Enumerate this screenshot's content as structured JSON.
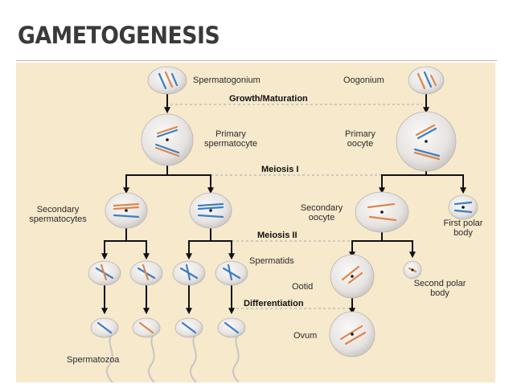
{
  "slide": {
    "title": "GAMETOGENESIS"
  },
  "diagram": {
    "stages": [
      "Growth/Maturation",
      "Meiosis I",
      "Meiosis II",
      "Differentiation"
    ],
    "male_labels": {
      "spermatogonium": "Spermatogonium",
      "primary_line1": "Primary",
      "primary_line2": "spermatocyte",
      "secondary_line1": "Secondary",
      "secondary_line2": "spermatocytes",
      "spermatids": "Spermatids",
      "spermatozoa": "Spermatozoa"
    },
    "female_labels": {
      "oogonium": "Oogonium",
      "primary_line1": "Primary",
      "primary_line2": "oocyte",
      "secondary_line1": "Secondary",
      "secondary_line2": "oocyte",
      "first_polar_line1": "First polar",
      "first_polar_line2": "body",
      "ootid": "Ootid",
      "second_polar_line1": "Second polar",
      "second_polar_line2": "body",
      "ovum": "Ovum"
    },
    "colors": {
      "paternal": "#3b7fc4",
      "maternal": "#e0864a",
      "arrow": "#111111",
      "cell": "#e7e4e2",
      "panel": "#f6e9cc"
    }
  }
}
